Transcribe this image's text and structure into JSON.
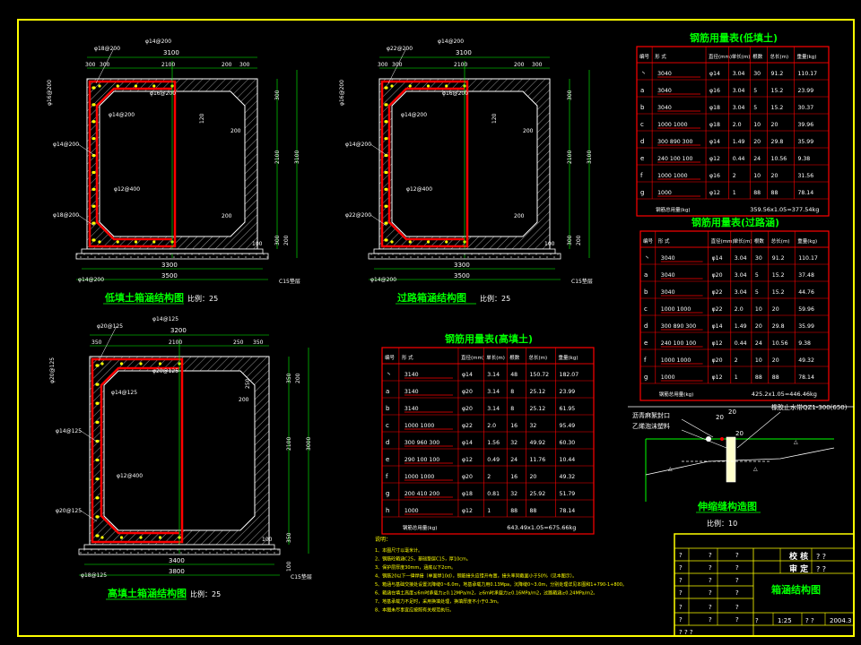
{
  "colors": {
    "bg": "#000000",
    "frame": "#ffff00",
    "line": "#00ff00",
    "text": "#ffffff",
    "dim": "#ffffff",
    "rebar": "#ff0000",
    "hatch": "#cccccc",
    "title": "#00ff00"
  },
  "culvert_low": {
    "title": "低填土箱涵结构图",
    "scale": "比例：25",
    "dims": {
      "top_total": "3100",
      "w300a": "300",
      "w300b": "300",
      "w2100": "2100",
      "w200": "200",
      "w300c": "300",
      "h300": "300",
      "h3100": "3100",
      "h2100": "2100",
      "h300b": "300",
      "h200": "200",
      "h100": "100",
      "bottom_inner": "3300",
      "bottom_outer": "3500",
      "haunch1": "200",
      "haunch2": "200",
      "h120": "120"
    },
    "rebar": {
      "top": "φ14@200",
      "top_left": "φ18@200",
      "inner_top": "φ16@200",
      "inner_left": "φ14@200",
      "side_left": "φ16@200",
      "wall": "φ14@200",
      "mid": "φ12@400",
      "bot_left": "φ18@200",
      "bottom": "φ14@200"
    },
    "foundation": "C15垫层"
  },
  "culvert_road": {
    "title": "过路箱涵结构图",
    "scale": "比例：25",
    "dims": {
      "top_total": "3100",
      "w300a": "300",
      "w300b": "300",
      "w2100": "2100",
      "w200": "200",
      "w300c": "300",
      "h300": "300",
      "h3100": "3100",
      "h2100": "2100",
      "h300b": "300",
      "h200": "200",
      "h100": "100",
      "bottom_inner": "3300",
      "bottom_outer": "3500",
      "haunch1": "200",
      "haunch2": "200",
      "h120": "120"
    },
    "rebar": {
      "top": "φ14@200",
      "top_left": "φ22@200",
      "inner_top": "φ16@200",
      "inner_left": "φ14@200",
      "side_left": "φ16@200",
      "wall": "φ14@200",
      "mid": "φ12@400",
      "bot_left": "φ22@200",
      "bottom": "φ14@200"
    },
    "foundation": "C15垫层"
  },
  "culvert_high": {
    "title": "高填土箱涵结构图",
    "scale": "比例：25",
    "dims": {
      "top_total": "3200",
      "w350a": "350",
      "w2100": "2100",
      "w250": "250",
      "w350b": "350",
      "h350": "350",
      "h200": "200",
      "h2100": "2100",
      "h3000": "3000",
      "h350b": "350",
      "h100": "100",
      "h100b": "100",
      "bottom_inner": "3400",
      "bottom_outer": "3800",
      "haunch": "200",
      "h250": "250"
    },
    "rebar": {
      "top": "φ14@125",
      "top_left": "φ20@125",
      "inner_top": "φ20@125",
      "inner_left": "φ14@125",
      "side_left": "φ20@125",
      "wall": "φ14@125",
      "mid": "φ12@400",
      "bot_left": "φ20@125",
      "bottom": "φ18@125"
    },
    "foundation": "C15垫层"
  },
  "table_low": {
    "title": "钢筋用量表(低填土)",
    "headers": [
      "编号",
      "形 式",
      "直径(mm)",
      "单长(m)",
      "根数",
      "总长(m)",
      "重量(kg)"
    ],
    "rows": [
      [
        "丶",
        "3040",
        "φ14",
        "3.04",
        "30",
        "91.2",
        "110.17"
      ],
      [
        "a",
        "3040",
        "φ16",
        "3.04",
        "5",
        "15.2",
        "23.99"
      ],
      [
        "b",
        "3040",
        "φ18",
        "3.04",
        "5",
        "15.2",
        "30.37"
      ],
      [
        "c",
        "1000 1000",
        "φ18",
        "2.0",
        "10",
        "20",
        "39.96"
      ],
      [
        "d",
        "300 890 300",
        "φ14",
        "1.49",
        "20",
        "29.8",
        "35.99"
      ],
      [
        "e",
        "240 100 100",
        "φ12",
        "0.44",
        "24",
        "10.56",
        "9.38"
      ],
      [
        "f",
        "1000 1000",
        "φ16",
        "2",
        "10",
        "20",
        "31.56"
      ],
      [
        "g",
        "1000",
        "φ12",
        "1",
        "88",
        "88",
        "78.14"
      ]
    ],
    "total_label": "钢筋总用量(kg)",
    "total": "359.56x1.05=377.54kg"
  },
  "table_road": {
    "title": "钢筋用量表(过路涵)",
    "headers": [
      "编号",
      "形 式",
      "直径(mm)",
      "单长(m)",
      "根数",
      "总长(m)",
      "重量(kg)"
    ],
    "rows": [
      [
        "丶",
        "3040",
        "φ14",
        "3.04",
        "30",
        "91.2",
        "110.17"
      ],
      [
        "a",
        "3040",
        "φ20",
        "3.04",
        "5",
        "15.2",
        "37.48"
      ],
      [
        "b",
        "3040",
        "φ22",
        "3.04",
        "5",
        "15.2",
        "44.76"
      ],
      [
        "c",
        "1000 1000",
        "φ22",
        "2.0",
        "10",
        "20",
        "59.96"
      ],
      [
        "d",
        "300 890 300",
        "φ14",
        "1.49",
        "20",
        "29.8",
        "35.99"
      ],
      [
        "e",
        "240 100 100",
        "φ12",
        "0.44",
        "24",
        "10.56",
        "9.38"
      ],
      [
        "f",
        "1000 1000",
        "φ20",
        "2",
        "10",
        "20",
        "49.32"
      ],
      [
        "g",
        "1000",
        "φ12",
        "1",
        "88",
        "88",
        "78.14"
      ]
    ],
    "total_label": "钢筋总用量(kg)",
    "total": "425.2x1.05=446.46kg"
  },
  "table_high": {
    "title": "钢筋用量表(高填土)",
    "headers": [
      "编号",
      "形 式",
      "直径(mm)",
      "单长(m)",
      "根数",
      "总长(m)",
      "重量(kg)"
    ],
    "rows": [
      [
        "丶",
        "3140",
        "φ14",
        "3.14",
        "48",
        "150.72",
        "182.07"
      ],
      [
        "a",
        "3140",
        "φ20",
        "3.14",
        "8",
        "25.12",
        "23.99"
      ],
      [
        "b",
        "3140",
        "φ20",
        "3.14",
        "8",
        "25.12",
        "61.95"
      ],
      [
        "c",
        "1000 1000",
        "φ22",
        "2.0",
        "16",
        "32",
        "95.49"
      ],
      [
        "d",
        "300 960 300",
        "φ14",
        "1.56",
        "32",
        "49.92",
        "60.30"
      ],
      [
        "e",
        "290 100 100",
        "φ12",
        "0.49",
        "24",
        "11.76",
        "10.44"
      ],
      [
        "f",
        "1000 1000",
        "φ20",
        "2",
        "16",
        "20",
        "49.32"
      ],
      [
        "g",
        "200 410 200",
        "φ18",
        "0.81",
        "32",
        "25.92",
        "51.79"
      ],
      [
        "h",
        "1000",
        "φ12",
        "1",
        "88",
        "88",
        "78.14"
      ]
    ],
    "total_label": "钢筋总用量(kg)",
    "total": "643.49x1.05=675.66kg"
  },
  "joint": {
    "title": "伸缩缝构造图",
    "scale": "比例：10",
    "label1": "沥青麻絮封口",
    "label2": "乙烯泡沫塑料",
    "label3": "橡胶止水带QZ1-300(650)",
    "dim20": "20",
    "dim_a": "20",
    "dim_b": "20"
  },
  "notes": {
    "heading": "说明：",
    "lines": [
      "1、本图尺寸以毫米计。",
      "2、钢筋砼箱涵C25，基础垫层C15，厚10cm。",
      "3、保护层厚度30mm，涵底以下2cm。",
      "4、钢筋20以下一律焊接（单面焊10d），钢筋接头应错开布置，接头率同截面小于50%（见本图示）。",
      "5、箱涵与基础交接处设置沉降缝0~6.0m，地基承载力用0.13Mpa，沉降缝0~3.0m，分别处理详见本图和1+790-1+800。",
      "6、箱涵在填土高度≤6m时承载力≥0.12MPa/m2，≥6m时承载力≥0.16MPa/m2，过路箱涵≥0.24MPa/m2。",
      "7、地基承载力不足时，采用换填处理，换填厚度不小于0.3m。",
      "8、本图未尽事宜应按照有关规范执行。"
    ]
  },
  "titleblock": {
    "check_label": "校 核",
    "check_val": "? ?",
    "audit_label": "审 定",
    "audit_val": "? ?",
    "drawing_name": "箱涵结构图",
    "scale": "1:25",
    "date": "2004.3",
    "q": "?",
    "qq": "? ?",
    "qqq": "? ? ?"
  }
}
